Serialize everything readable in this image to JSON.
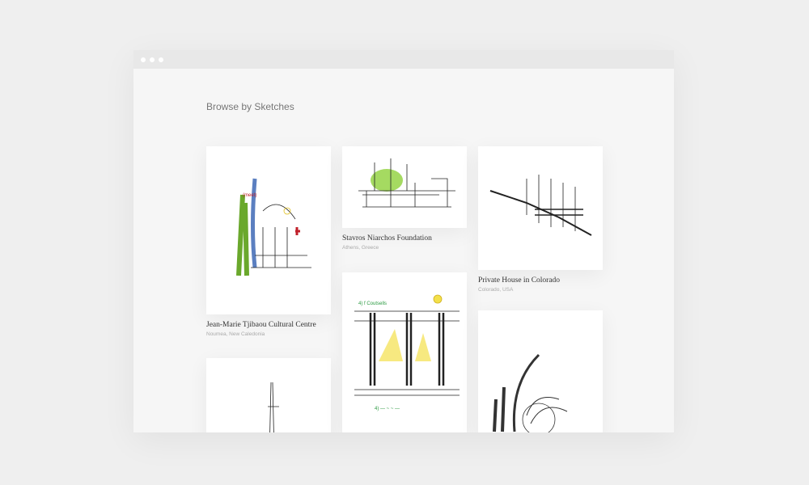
{
  "window": {
    "controls": [
      "dot",
      "dot",
      "dot"
    ]
  },
  "page": {
    "title": "Browse by Sketches"
  },
  "cards": [
    {
      "name": "Jean-Marie Tjibaou Cultural Centre",
      "location": "Noumea, New Caledonia"
    },
    {
      "name": "Stavros Niarchos Foundation",
      "location": "Athens, Greece"
    },
    {
      "name": "Private House in Colorado",
      "location": "Colorado, USA"
    },
    {
      "name": "",
      "location": ""
    },
    {
      "name": "",
      "location": ""
    },
    {
      "name": "",
      "location": ""
    }
  ],
  "colors": {
    "green": "#8fd13a",
    "yellow": "#f3e04a",
    "red": "#c0202a"
  }
}
